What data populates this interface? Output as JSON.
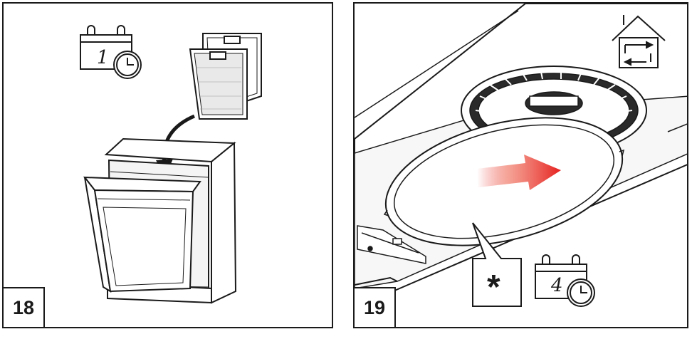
{
  "panels": [
    {
      "step_number": "18",
      "calendar_icon": {
        "icon": "calendar-clock-icon",
        "value": "1"
      },
      "illustration": "dishwasher-filters-icon"
    },
    {
      "step_number": "19",
      "calendar_icon": {
        "icon": "calendar-clock-icon",
        "value": "4"
      },
      "callout_symbol": "*",
      "house_icon": "house-recirculation-icon",
      "illustration": "hood-carbon-filter-icon"
    }
  ],
  "colors": {
    "line": "#1a1a1a",
    "arrow_red": "#e5201f",
    "background": "#ffffff"
  }
}
